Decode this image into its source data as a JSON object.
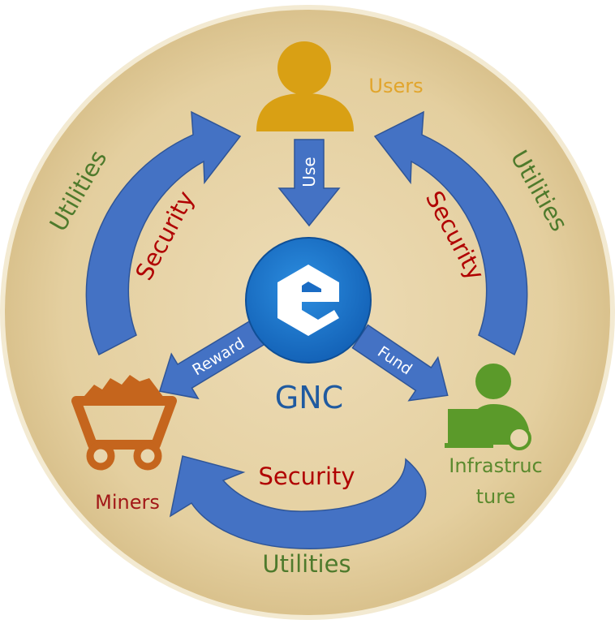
{
  "center": {
    "label": "GNC",
    "logo_letter": "e"
  },
  "nodes": {
    "users": "Users",
    "miners": "Miners",
    "infra_line1": "Infrastruc",
    "infra_line2": "ture"
  },
  "flows": {
    "use": "Use",
    "reward": "Reward",
    "fund": "Fund"
  },
  "loops": {
    "left": {
      "security": "Security",
      "utilities": "Utilities"
    },
    "right": {
      "security": "Security",
      "utilities": "Utilities"
    },
    "bottom": {
      "security": "Security",
      "utilities": "Utilities"
    }
  },
  "colors": {
    "background_disc": "#e8d6ae",
    "arrow_blue": "#4472c4",
    "users_orange": "#d9a014",
    "miners_orange": "#c5651d",
    "infra_green": "#5b9a2a",
    "security_red": "#b00000",
    "utilities_green": "#4e7a2c",
    "miners_red": "#a21818",
    "gnc_blue": "#1f5aa0"
  },
  "icons": {
    "users": "user-icon",
    "miners": "mine-cart-icon",
    "infrastructure": "user-laptop-icon",
    "gnc": "gnc-logo-icon"
  }
}
